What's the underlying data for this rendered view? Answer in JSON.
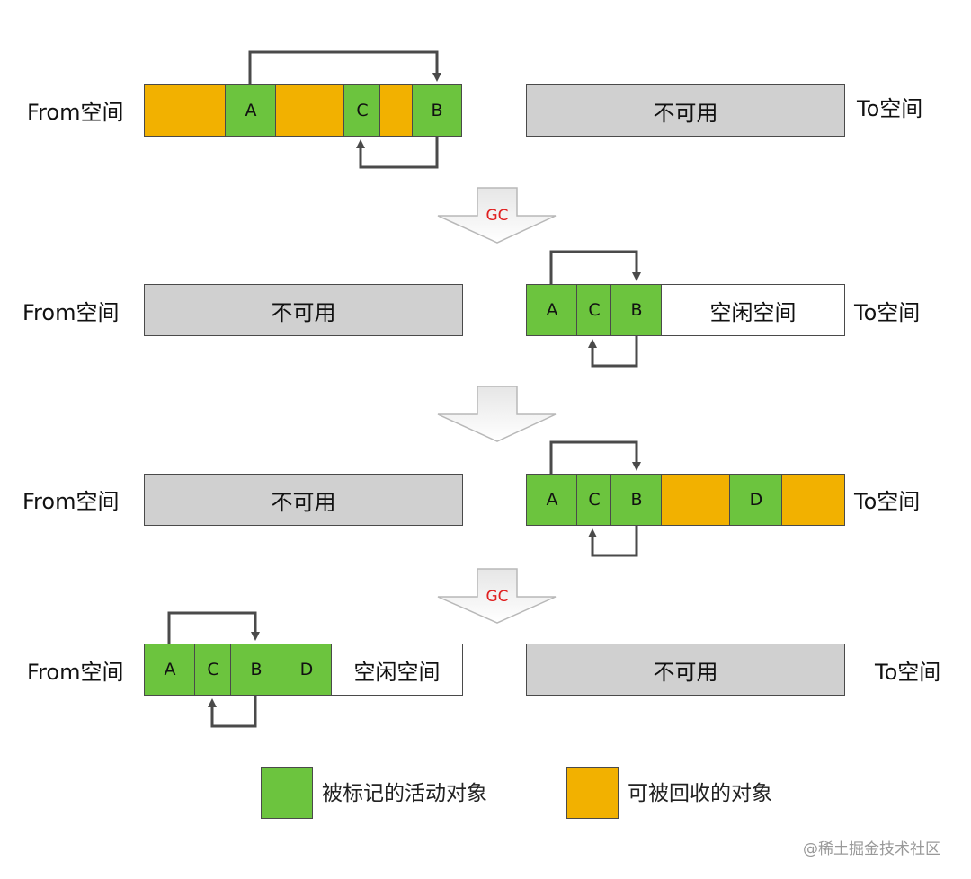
{
  "labels": {
    "from": "From空间",
    "to": "To空间",
    "unavailable": "不可用",
    "free": "空闲空间",
    "gc": "GC",
    "objA": "A",
    "objB": "B",
    "objC": "C",
    "objD": "D"
  },
  "legend": {
    "marked": "被标记的活动对象",
    "reclaimable": "可被回收的对象"
  },
  "watermark": "@稀土掘金技术社区",
  "colors": {
    "live": "#6cc43e",
    "garbage": "#f2b100",
    "unavailable": "#d0d0d0",
    "free": "#ffffff",
    "border": "#4a4a4a",
    "gc_text": "#e02020"
  }
}
